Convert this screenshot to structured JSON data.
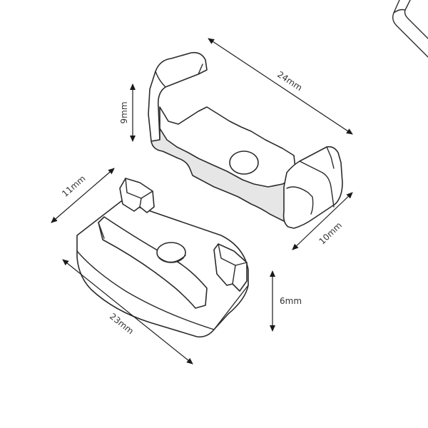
{
  "dimensions": {
    "clip_length": "24mm",
    "clip_height": "9mm",
    "clip_width": "10mm",
    "cap_width": "11mm",
    "cap_length": "23mm",
    "cap_height": "6mm"
  },
  "colors": {
    "stroke": "#2b2b2b",
    "fill": "#ffffff",
    "text": "#333333"
  }
}
